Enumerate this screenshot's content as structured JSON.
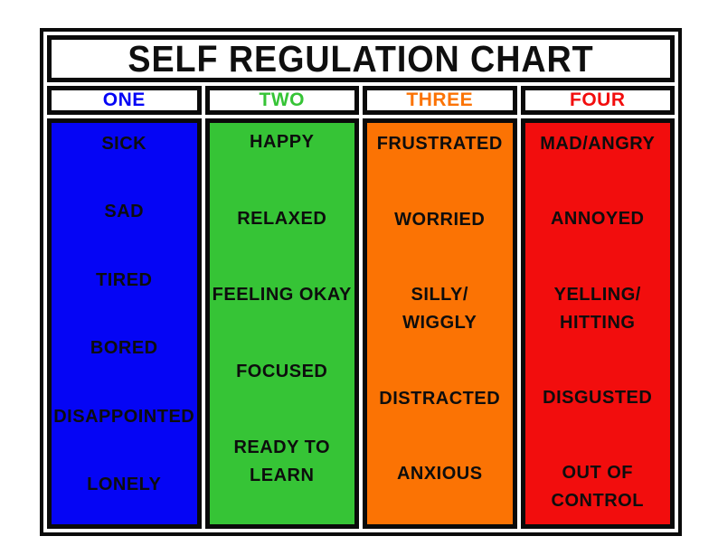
{
  "title": "SELF REGULATION CHART",
  "colors": {
    "border": "#0a0a0a",
    "background": "#ffffff",
    "text": "#0d0d0d",
    "level_one": "#0505f5",
    "level_two": "#36c436",
    "level_three": "#fb7304",
    "level_four": "#f20d0d"
  },
  "chart_data": {
    "type": "table",
    "title": "SELF REGULATION CHART",
    "columns": [
      {
        "label": "ONE",
        "color": "#0505f5",
        "items": [
          "SICK",
          "SAD",
          "TIRED",
          "BORED",
          "DISAPPOINTED",
          "LONELY"
        ]
      },
      {
        "label": "TWO",
        "color": "#36c436",
        "items": [
          "HAPPY",
          "RELAXED",
          "FEELING OKAY",
          "FOCUSED",
          "READY TO\nLEARN"
        ]
      },
      {
        "label": "THREE",
        "color": "#fb7304",
        "items": [
          "FRUSTRATED",
          "WORRIED",
          "SILLY/\nWIGGLY",
          "DISTRACTED",
          "ANXIOUS"
        ]
      },
      {
        "label": "FOUR",
        "color": "#f20d0d",
        "items": [
          "MAD/ANGRY",
          "ANNOYED",
          "YELLING/\nHITTING",
          "DISGUSTED",
          "OUT OF\nCONTROL"
        ]
      }
    ]
  }
}
